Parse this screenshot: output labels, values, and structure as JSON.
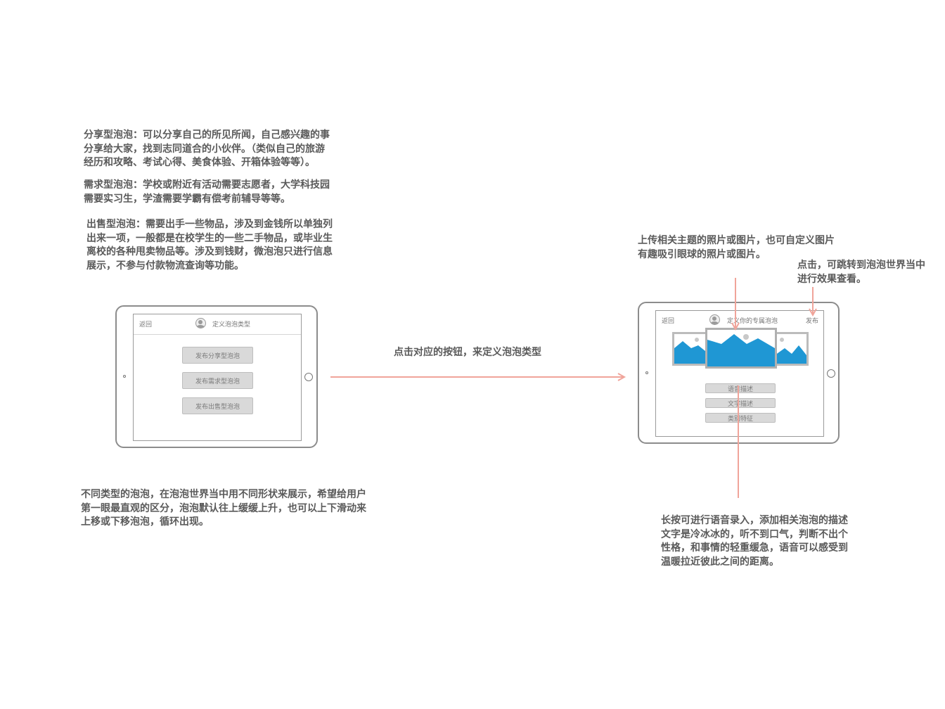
{
  "notes": {
    "share": "分享型泡泡：可以分享自己的所见所闻，自己感兴趣的事分享给大家，找到志同道合的小伙伴。（类似自己的旅游经历和攻略、考试心得、美食体验、开箱体验等等）。",
    "share_lines": [
      "分享型泡泡：可以分享自己的所见所闻，自己感兴趣的事",
      "分享给大家，找到志同道合的小伙伴。（类似自己的旅游",
      "经历和攻略、考试心得、美食体验、开箱体验等等）。"
    ],
    "demand_lines": [
      "需求型泡泡：学校或附近有活动需要志愿者，大学科技园",
      "需要实习生，学渣需要学霸有偿考前辅导等等。"
    ],
    "sale_lines": [
      "出售型泡泡：需要出手一些物品，涉及到金钱所以单独列",
      "出来一项，一般都是在校学生的一些二手物品，或毕业生",
      "离校的各种甩卖物品等。涉及到钱财，微泡泡只进行信息",
      "展示，不参与付款物流查询等功能。"
    ],
    "bubble_lines": [
      "不同类型的泡泡，在泡泡世界当中用不同形状来展示，希望给用户",
      "第一眼最直观的区分，泡泡默认往上缓缓上升，也可以上下滑动来",
      "上移或下移泡泡，循环出现。"
    ],
    "center_label": "点击对应的按钮，来定义泡泡类型",
    "upload_lines": [
      "上传相关主题的照片或图片，也可自定义图片",
      "有趣吸引眼球的照片或图片。"
    ],
    "publish_lines": [
      "点击，可跳转到泡泡世界当中",
      "进行效果查看。"
    ],
    "voice_lines": [
      "长按可进行语音录入，添加相关泡泡的描述",
      "文字是冷冰冰的，听不到口气，判断不出个",
      "性格，和事情的轻重缓急，语音可以感受到",
      "温暖拉近彼此之间的距离。"
    ]
  },
  "left_tablet": {
    "back_label": "返回",
    "title": "定义泡泡类型",
    "buttons": [
      "发布分享型泡泡",
      "发布需求型泡泡",
      "发布出售型泡泡"
    ]
  },
  "right_tablet": {
    "back_label": "返回",
    "title": "定义你的专属泡泡",
    "publish_label": "发布",
    "buttons": [
      "语音描述",
      "文字描述",
      "类别特征"
    ]
  },
  "colors": {
    "arrow": "#f0a49a",
    "image_blue": "#1f97d4",
    "frame": "#8c8c8c"
  }
}
